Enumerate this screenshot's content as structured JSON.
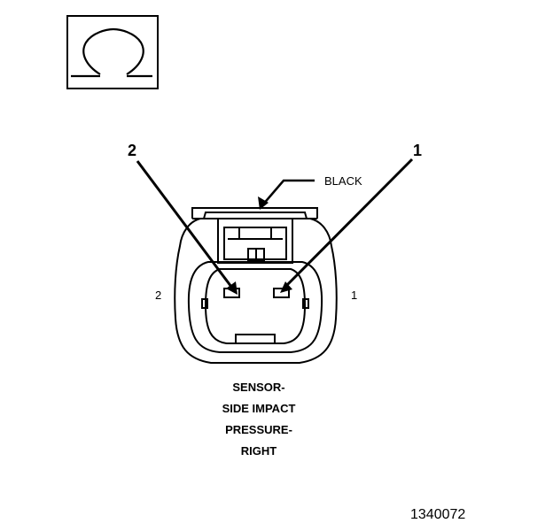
{
  "symbol": {
    "name": "ohm-icon",
    "glyph": "Ω"
  },
  "callouts": {
    "pin_2": "2",
    "pin_1": "1",
    "color_label": "BLACK"
  },
  "cavity_labels": {
    "left": "2",
    "right": "1"
  },
  "component_name": {
    "line1": "SENSOR-",
    "line2": "SIDE IMPACT",
    "line3": "PRESSURE-",
    "line4": "RIGHT"
  },
  "figure_id": "1340072"
}
